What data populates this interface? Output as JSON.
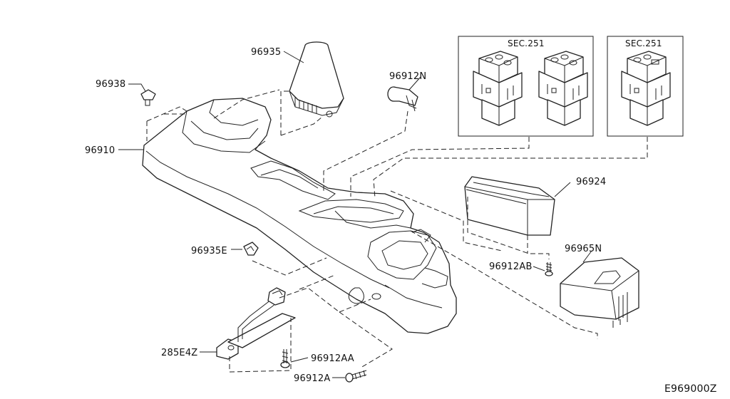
{
  "labels": {
    "p96935": "96935",
    "p96912N": "96912N",
    "p96938": "96938",
    "p96910": "96910",
    "p96924": "96924",
    "p96965N": "96965N",
    "p96912AB": "96912AB",
    "p96935E": "96935E",
    "p285E4Z": "285E4Z",
    "p96912AA": "96912AA",
    "p96912A": "96912A"
  },
  "sections": {
    "left": "SEC.251",
    "right": "SEC.251"
  },
  "diagram_id": "E969000Z"
}
